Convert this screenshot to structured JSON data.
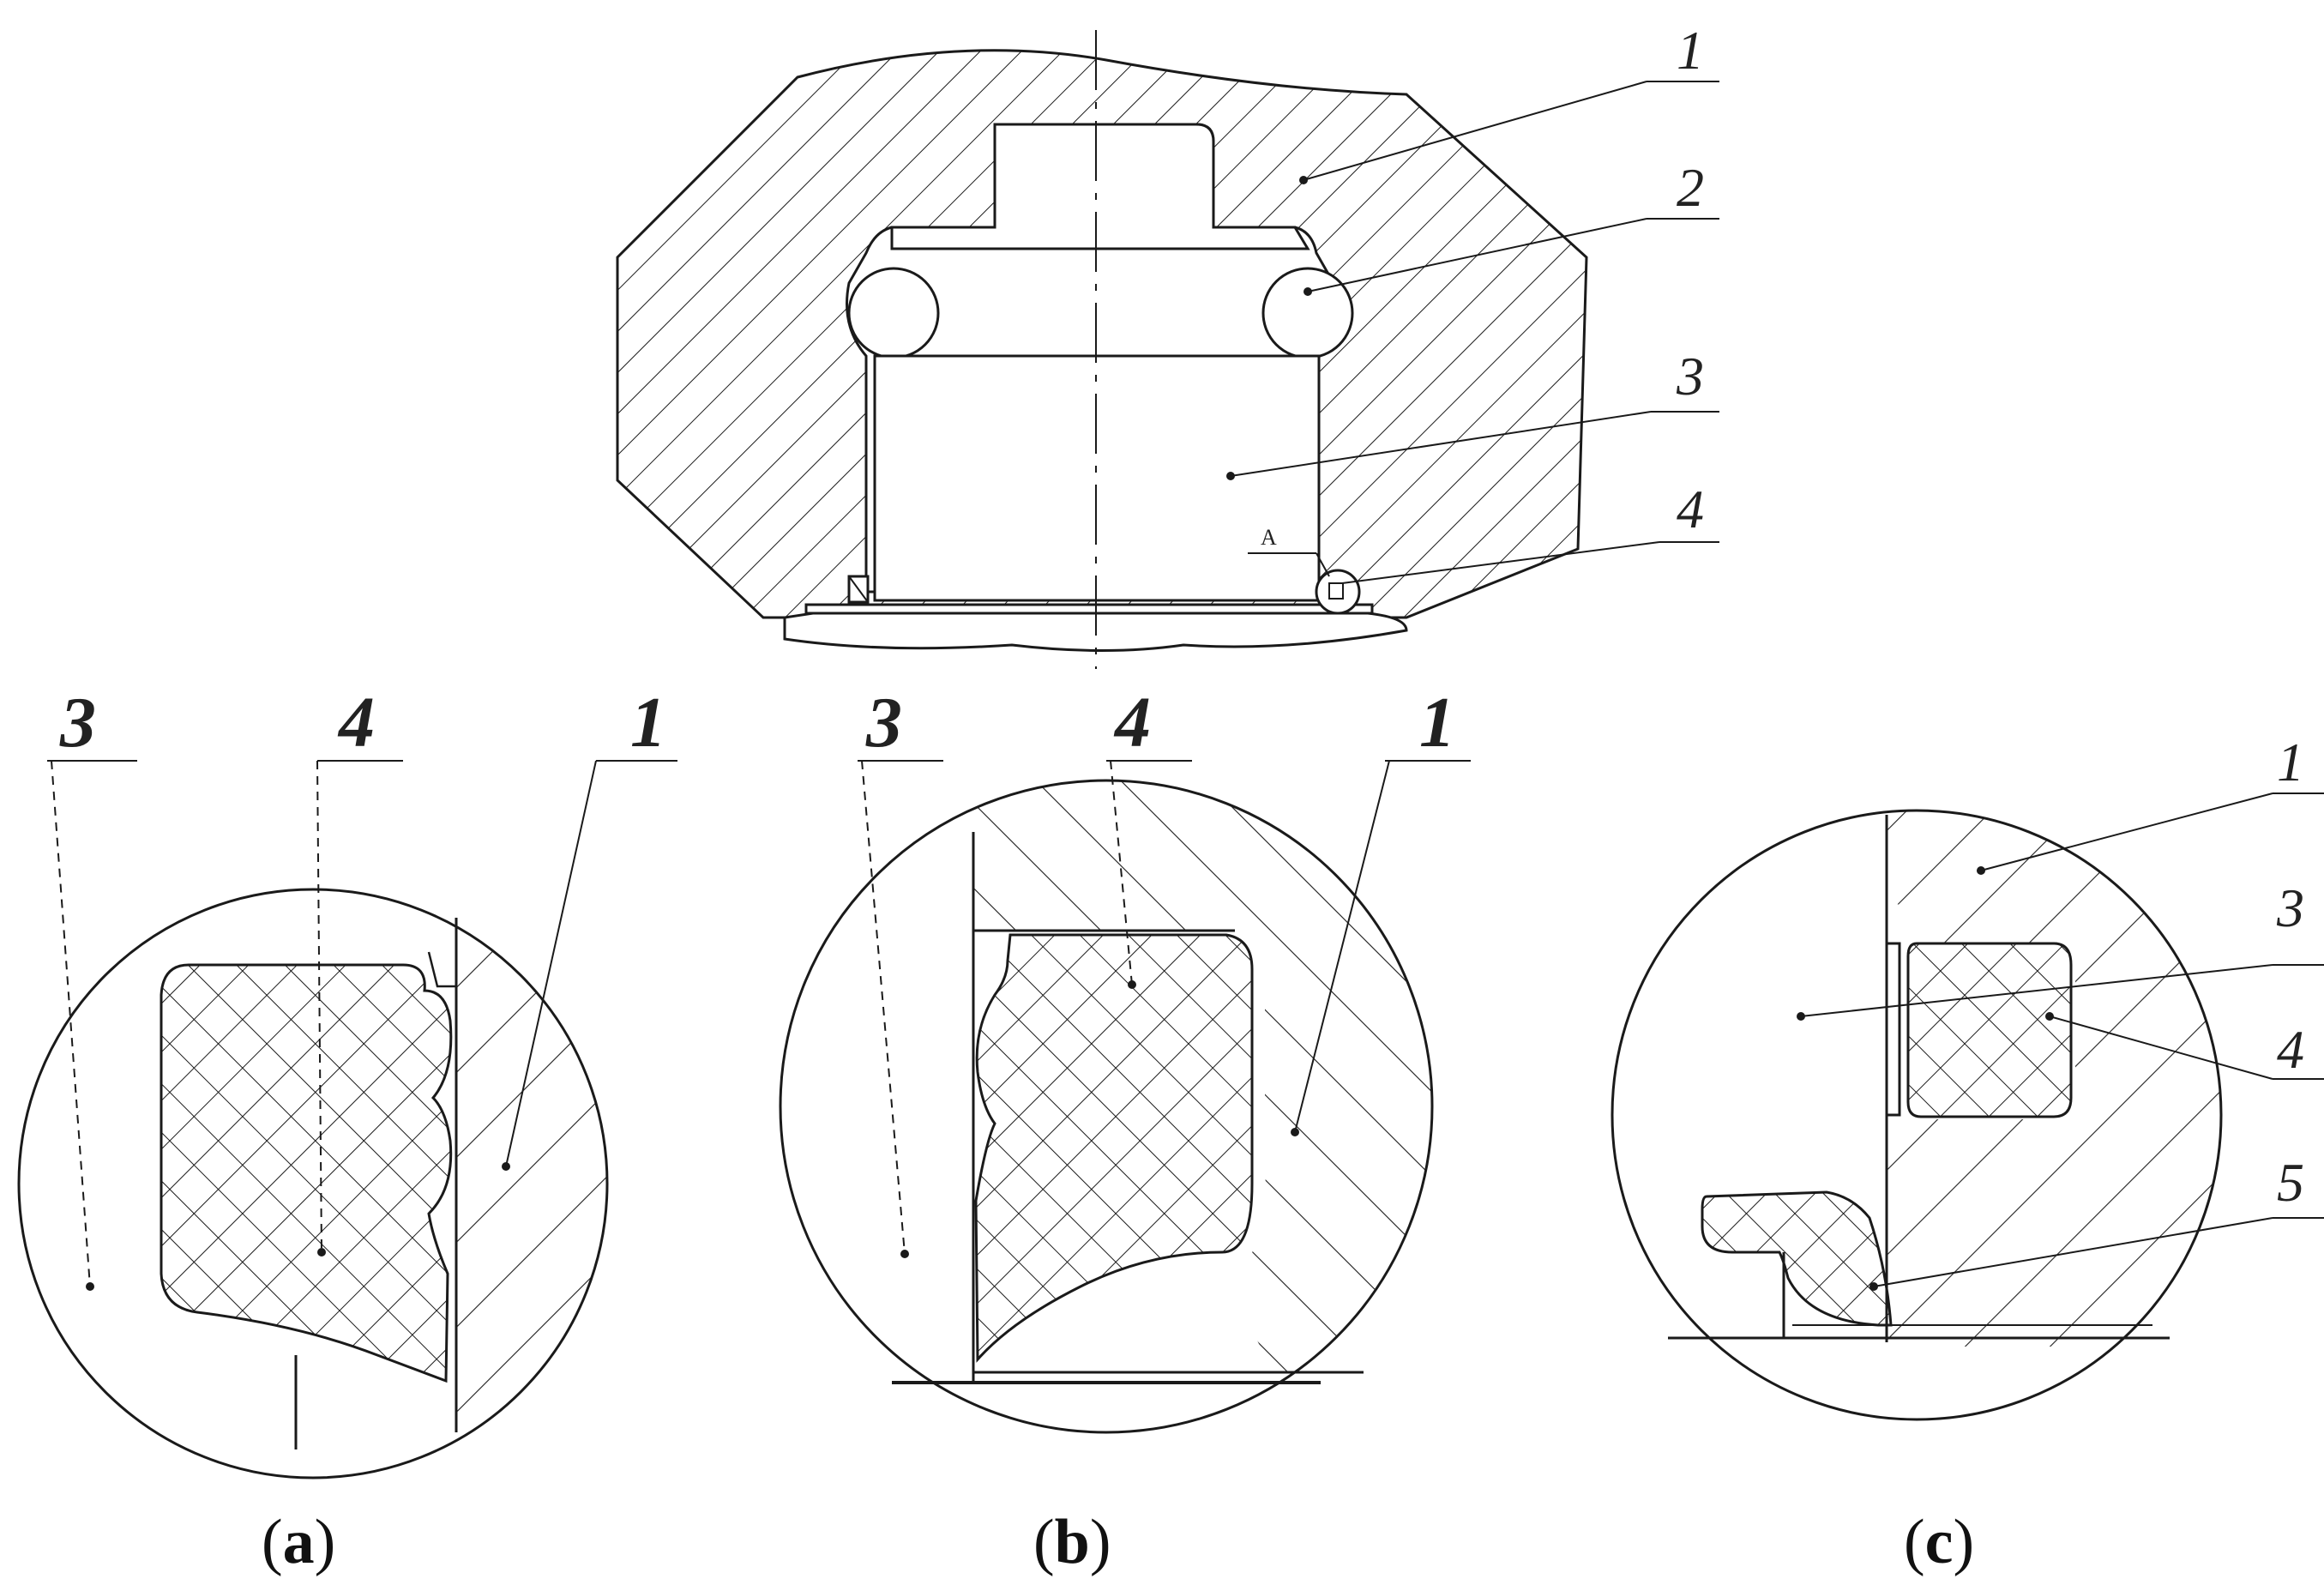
{
  "main_view": {
    "callouts": [
      {
        "text": "1"
      },
      {
        "text": "2"
      },
      {
        "text": "3"
      },
      {
        "text": "4"
      }
    ],
    "detail_mark": "A"
  },
  "detail_a": {
    "caption_open": "(",
    "caption_letter": "a",
    "caption_close": ")",
    "callouts": [
      {
        "text": "3"
      },
      {
        "text": "4"
      },
      {
        "text": "1"
      }
    ]
  },
  "detail_b": {
    "caption_open": "(",
    "caption_letter": "b",
    "caption_close": ")",
    "callouts": [
      {
        "text": "3"
      },
      {
        "text": "4"
      },
      {
        "text": "1"
      }
    ]
  },
  "detail_c": {
    "caption_open": "(",
    "caption_letter": "c",
    "caption_close": ")",
    "callouts": [
      {
        "text": "1"
      },
      {
        "text": "3"
      },
      {
        "text": "4"
      },
      {
        "text": "5"
      }
    ]
  },
  "colors": {
    "line": "#1a1a1a",
    "background": "#ffffff"
  }
}
